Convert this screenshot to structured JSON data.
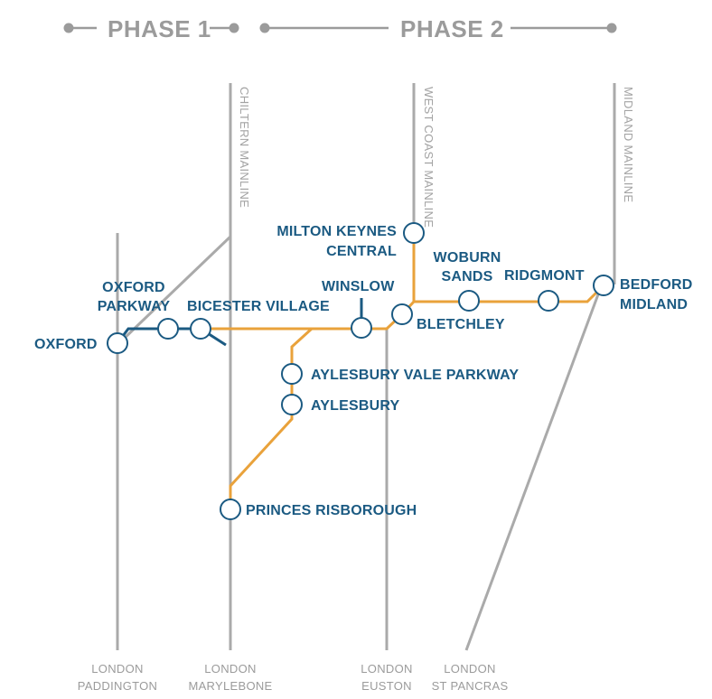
{
  "phases": {
    "phase1": "PHASE 1",
    "phase2": "PHASE 2"
  },
  "mainlines": {
    "chiltern": "CHILTERN MAINLINE",
    "west_coast": "WEST COAST MAINLINE",
    "midland": "MIDLAND MAINLINE"
  },
  "termini": {
    "paddington": [
      "LONDON",
      "PADDINGTON"
    ],
    "marylebone": [
      "LONDON",
      "MARYLEBONE"
    ],
    "euston": [
      "LONDON",
      "EUSTON"
    ],
    "st_pancras": [
      "LONDON",
      "ST PANCRAS"
    ]
  },
  "stations": {
    "oxford": "OXFORD",
    "oxford_parkway": [
      "OXFORD",
      "PARKWAY"
    ],
    "bicester_village": "BICESTER VILLAGE",
    "winslow": "WINSLOW",
    "milton_keynes_central": [
      "MILTON KEYNES",
      "CENTRAL"
    ],
    "bletchley": "BLETCHLEY",
    "woburn_sands": [
      "WOBURN",
      "SANDS"
    ],
    "ridgmont": "RIDGMONT",
    "bedford_midland": [
      "BEDFORD",
      "MIDLAND"
    ],
    "aylesbury_vale_parkway": "AYLESBURY VALE PARKWAY",
    "aylesbury": "AYLESBURY",
    "princes_risborough": "PRINCES RISBOROUGH"
  },
  "colors": {
    "phase1_route": "#1b5a82",
    "phase2_route": "#e9a23b",
    "existing_lines": "#aaaaaa",
    "station_label": "#1b5a82"
  }
}
